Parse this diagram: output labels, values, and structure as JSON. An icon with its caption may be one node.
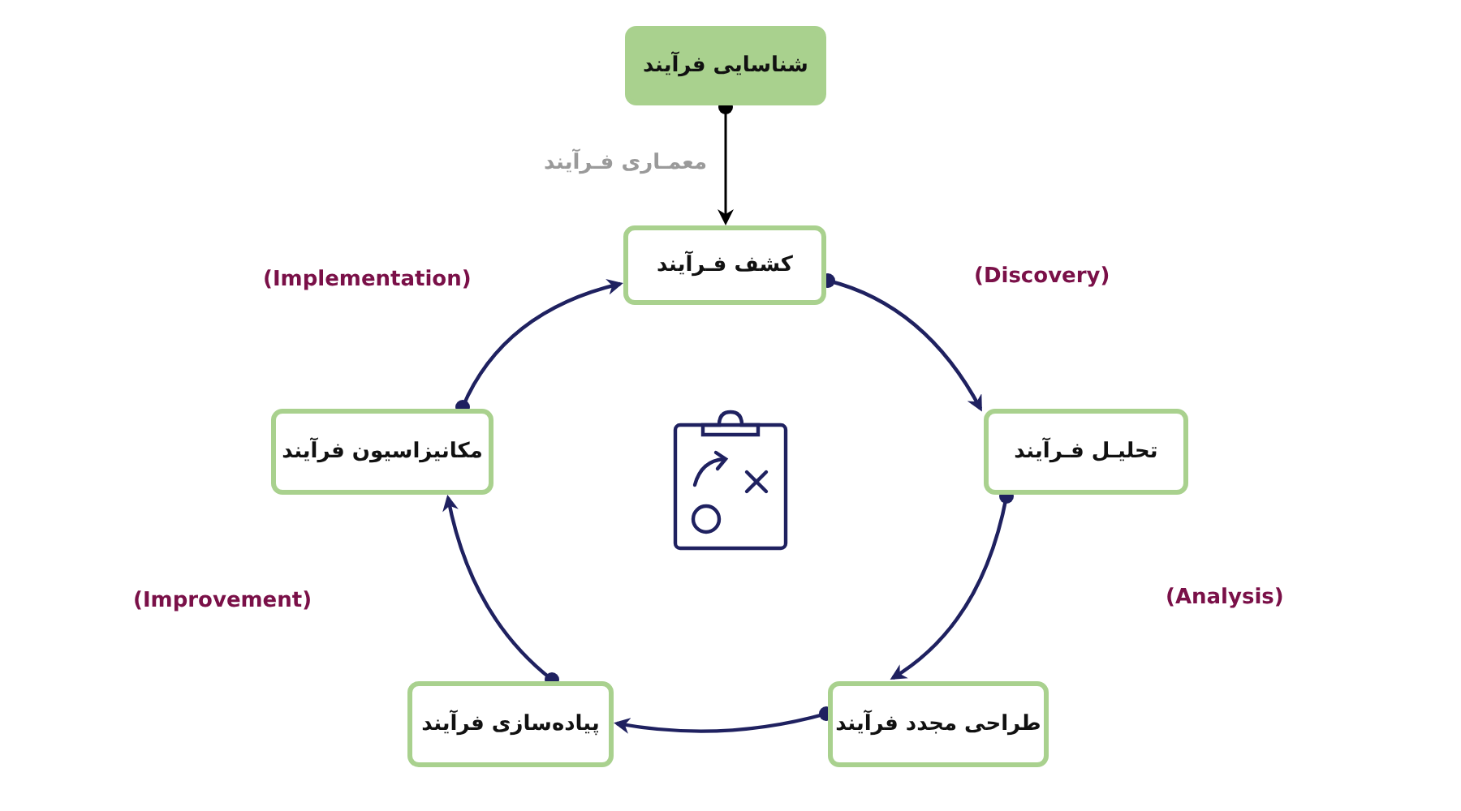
{
  "diagram": {
    "nodes": [
      {
        "text": [
          "شناسایی فرآیند"
        ]
      },
      {
        "text": [
          "کشف فـرآیند"
        ]
      },
      {
        "text": [
          "تحلیـل فـرآیند"
        ]
      },
      {
        "text": [
          "طراحی مجدد فرآیند"
        ]
      },
      {
        "text": [
          "پیاده‌سازی فرآیند"
        ]
      },
      {
        "text": [
          "مکانیزاسیون فرآیند"
        ]
      }
    ],
    "edges": [
      {
        "from": 0,
        "to": 1,
        "arrow": "to",
        "label": "معمـاری فـرآیند",
        "color": "#000000"
      },
      {
        "from": 1,
        "to": 2,
        "arrow": "to"
      },
      {
        "from": 2,
        "to": 3,
        "arrow": "to"
      },
      {
        "from": 3,
        "to": 4,
        "arrow": "to"
      },
      {
        "from": 4,
        "to": 5,
        "arrow": "to"
      },
      {
        "from": 5,
        "to": 1,
        "arrow": "to"
      }
    ],
    "labels": [
      "(Implementation)",
      "(Discovery)",
      "(Improvement)",
      "(Analysis)"
    ]
  }
}
